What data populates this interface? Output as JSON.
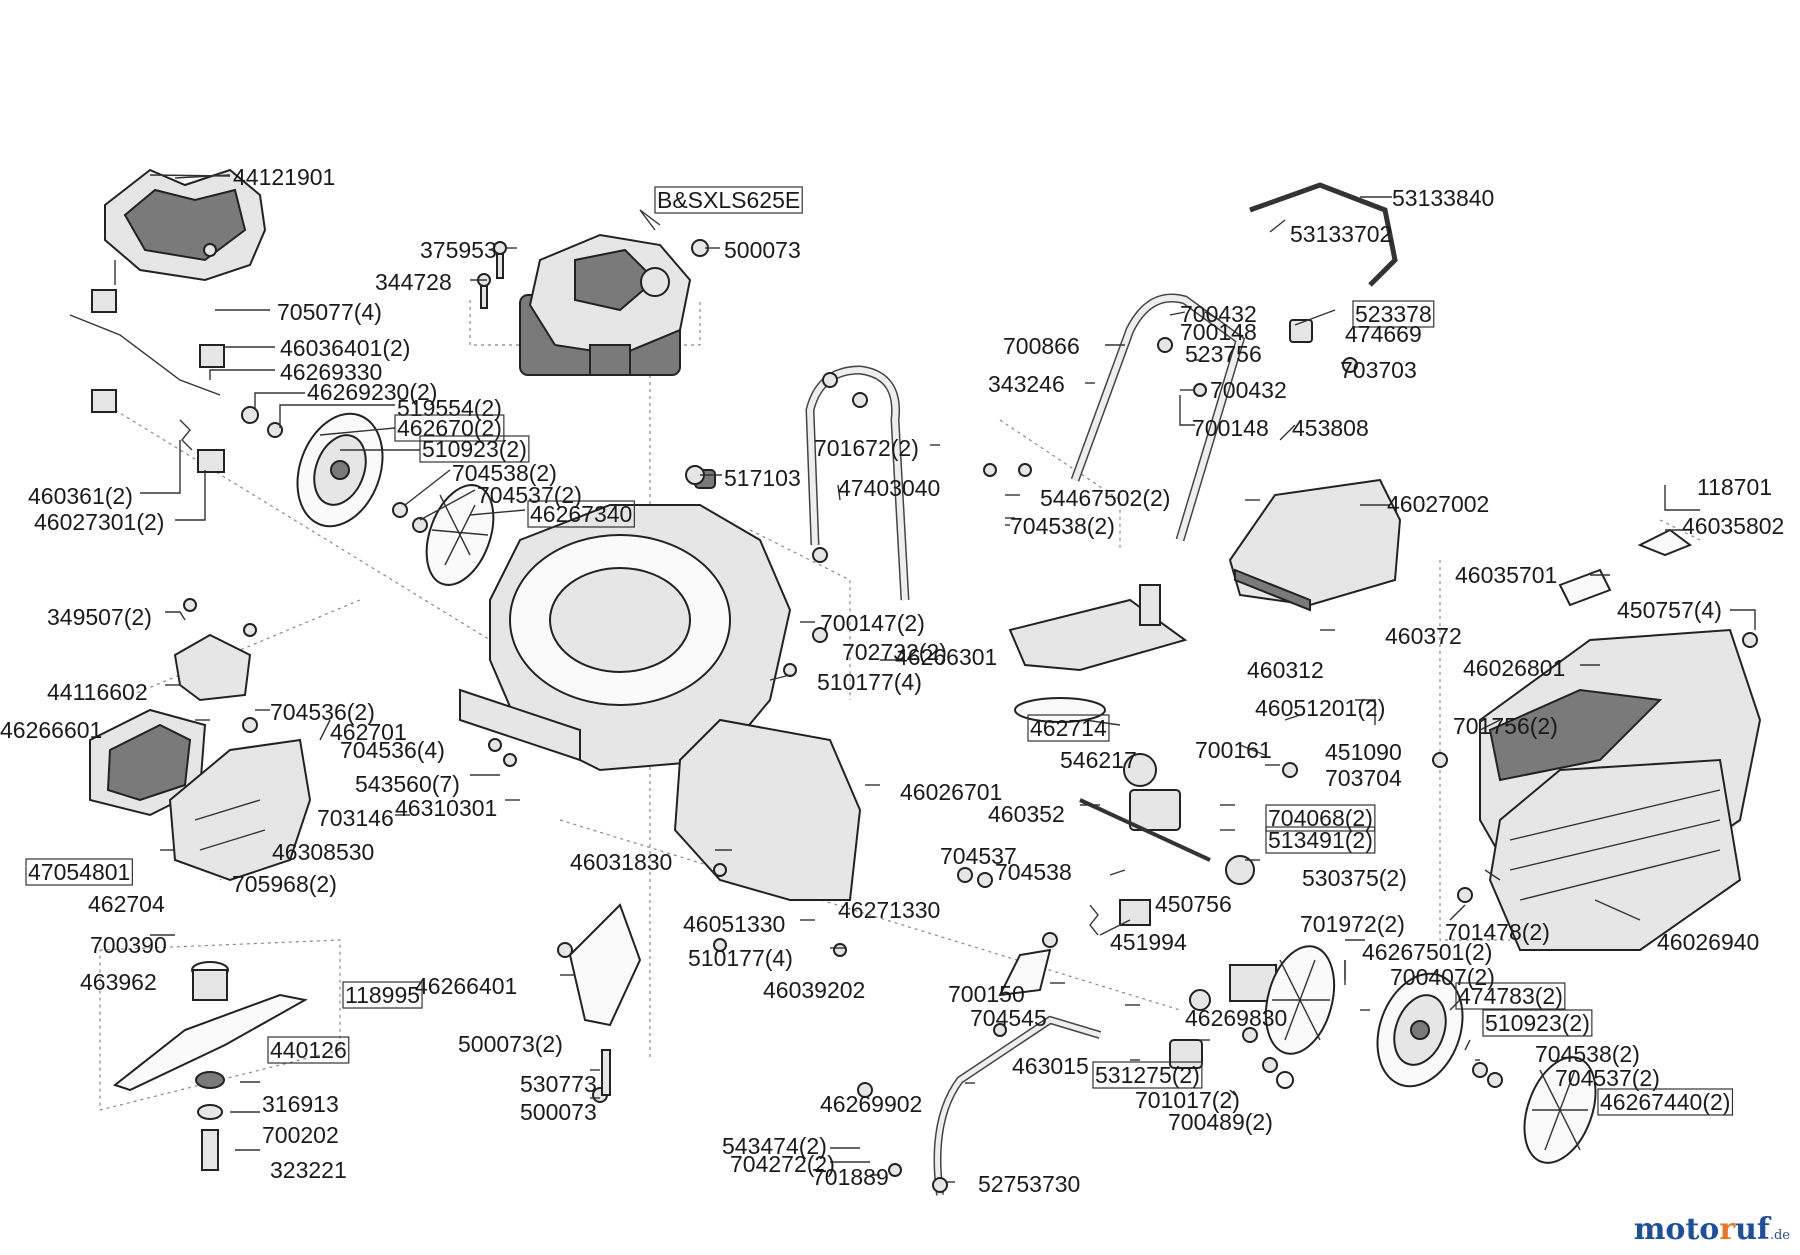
{
  "title": "B&SXLS625E",
  "brand": {
    "part1": "moto",
    "part2": "r",
    "part3": "uf",
    "suffix": ".de"
  },
  "colors": {
    "line": "#222222",
    "accent_blue": "#1e4f9c",
    "accent_orange": "#e87722"
  },
  "labels": [
    {
      "id": "p44121901",
      "text": "44121901",
      "boxed": false
    },
    {
      "id": "pBS",
      "text": "B&SXLS625E",
      "boxed": true
    },
    {
      "id": "p375953",
      "text": "375953",
      "boxed": false
    },
    {
      "id": "p500073a",
      "text": "500073",
      "boxed": false
    },
    {
      "id": "p344728",
      "text": "344728",
      "boxed": false
    },
    {
      "id": "p53133840",
      "text": "53133840",
      "boxed": false
    },
    {
      "id": "p53133702",
      "text": "53133702",
      "boxed": false
    },
    {
      "id": "p705077",
      "text": "705077(4)",
      "boxed": false
    },
    {
      "id": "p46036401",
      "text": "46036401(2)",
      "boxed": false
    },
    {
      "id": "p46269330",
      "text": "46269330",
      "boxed": false
    },
    {
      "id": "p46269230",
      "text": "46269230(2)",
      "boxed": false
    },
    {
      "id": "p519554",
      "text": "519554(2)",
      "boxed": false
    },
    {
      "id": "p462670",
      "text": "462670(2)",
      "boxed": true
    },
    {
      "id": "p510923a",
      "text": "510923(2)",
      "boxed": true
    },
    {
      "id": "p704538a",
      "text": "704538(2)",
      "boxed": false
    },
    {
      "id": "p704537a",
      "text": "704537(2)",
      "boxed": false
    },
    {
      "id": "p46267340",
      "text": "46267340",
      "boxed": true
    },
    {
      "id": "p460361",
      "text": "460361(2)",
      "boxed": false
    },
    {
      "id": "p46027301",
      "text": "46027301(2)",
      "boxed": false
    },
    {
      "id": "p517103",
      "text": "517103",
      "boxed": false
    },
    {
      "id": "p47403040",
      "text": "47403040",
      "boxed": false
    },
    {
      "id": "p700866",
      "text": "700866",
      "boxed": false
    },
    {
      "id": "p700432a",
      "text": "700432",
      "boxed": false
    },
    {
      "id": "p700148a",
      "text": "700148",
      "boxed": false
    },
    {
      "id": "p523378",
      "text": "523378",
      "boxed": true
    },
    {
      "id": "p474669",
      "text": "474669",
      "boxed": false
    },
    {
      "id": "p523756",
      "text": "523756",
      "boxed": false
    },
    {
      "id": "p703703",
      "text": "703703",
      "boxed": false
    },
    {
      "id": "p343246",
      "text": "343246",
      "boxed": false
    },
    {
      "id": "p700432b",
      "text": "700432",
      "boxed": false
    },
    {
      "id": "p700148b",
      "text": "700148",
      "boxed": false
    },
    {
      "id": "p453808",
      "text": "453808",
      "boxed": false
    },
    {
      "id": "p701672",
      "text": "701672(2)",
      "boxed": false
    },
    {
      "id": "p54467502",
      "text": "54467502(2)",
      "boxed": false
    },
    {
      "id": "p704538b",
      "text": "704538(2)",
      "boxed": false
    },
    {
      "id": "p46027002",
      "text": "46027002",
      "boxed": false
    },
    {
      "id": "p118701",
      "text": "118701",
      "boxed": false
    },
    {
      "id": "p46035802",
      "text": "46035802",
      "boxed": false
    },
    {
      "id": "p46035701",
      "text": "46035701",
      "boxed": false
    },
    {
      "id": "p450757",
      "text": "450757(4)",
      "boxed": false
    },
    {
      "id": "p349507",
      "text": "349507(2)",
      "boxed": false
    },
    {
      "id": "p700147",
      "text": "700147(2)",
      "boxed": false
    },
    {
      "id": "p702732",
      "text": "702732(2)",
      "boxed": false
    },
    {
      "id": "p46266301",
      "text": "46266301",
      "boxed": false
    },
    {
      "id": "p510177a",
      "text": "510177(4)",
      "boxed": false
    },
    {
      "id": "p460372",
      "text": "460372",
      "boxed": false
    },
    {
      "id": "p460312",
      "text": "460312",
      "boxed": false
    },
    {
      "id": "p46026801",
      "text": "46026801",
      "boxed": false
    },
    {
      "id": "p44116602",
      "text": "44116602",
      "boxed": false
    },
    {
      "id": "p46051201",
      "text": "46051201(2)",
      "boxed": false
    },
    {
      "id": "p704536a",
      "text": "704536(2)",
      "boxed": false
    },
    {
      "id": "p46266601",
      "text": "46266601",
      "boxed": false
    },
    {
      "id": "p462701",
      "text": "462701",
      "boxed": false
    },
    {
      "id": "p462714",
      "text": "462714",
      "boxed": true
    },
    {
      "id": "p451090",
      "text": "451090",
      "boxed": false
    },
    {
      "id": "p701756",
      "text": "701756(2)",
      "boxed": false
    },
    {
      "id": "p704536b",
      "text": "704536(4)",
      "boxed": false
    },
    {
      "id": "p700161",
      "text": "700161",
      "boxed": false
    },
    {
      "id": "p546217",
      "text": "546217",
      "boxed": false
    },
    {
      "id": "p703704",
      "text": "703704",
      "boxed": false
    },
    {
      "id": "p543560",
      "text": "543560(7)",
      "boxed": false
    },
    {
      "id": "p46026701",
      "text": "46026701",
      "boxed": false
    },
    {
      "id": "p46310301",
      "text": "46310301",
      "boxed": false
    },
    {
      "id": "p460352",
      "text": "460352",
      "boxed": false
    },
    {
      "id": "p704068",
      "text": "704068(2)",
      "boxed": true
    },
    {
      "id": "p703146",
      "text": "703146",
      "boxed": false
    },
    {
      "id": "p513491",
      "text": "513491(2)",
      "boxed": true
    },
    {
      "id": "p46308530",
      "text": "46308530",
      "boxed": false
    },
    {
      "id": "p47054801",
      "text": "47054801",
      "boxed": true
    },
    {
      "id": "p46031830",
      "text": "46031830",
      "boxed": false
    },
    {
      "id": "p704537b",
      "text": "704537",
      "boxed": false
    },
    {
      "id": "p704538c",
      "text": "704538",
      "boxed": false
    },
    {
      "id": "p530375",
      "text": "530375(2)",
      "boxed": false
    },
    {
      "id": "p705968",
      "text": "705968(2)",
      "boxed": false
    },
    {
      "id": "p462704",
      "text": "462704",
      "boxed": false
    },
    {
      "id": "p450756",
      "text": "450756",
      "boxed": false
    },
    {
      "id": "p46271330",
      "text": "46271330",
      "boxed": false
    },
    {
      "id": "p46051330",
      "text": "46051330",
      "boxed": false
    },
    {
      "id": "p451994",
      "text": "451994",
      "boxed": false
    },
    {
      "id": "p701972",
      "text": "701972(2)",
      "boxed": false
    },
    {
      "id": "p701478",
      "text": "701478(2)",
      "boxed": false
    },
    {
      "id": "p46026940",
      "text": "46026940",
      "boxed": false
    },
    {
      "id": "p700390",
      "text": "700390",
      "boxed": false
    },
    {
      "id": "p510177b",
      "text": "510177(4)",
      "boxed": false
    },
    {
      "id": "p46267501",
      "text": "46267501(2)",
      "boxed": false
    },
    {
      "id": "p700407",
      "text": "700407(2)",
      "boxed": false
    },
    {
      "id": "p463962",
      "text": "463962",
      "boxed": false
    },
    {
      "id": "p46266401",
      "text": "46266401",
      "boxed": false
    },
    {
      "id": "p46039202",
      "text": "46039202",
      "boxed": false
    },
    {
      "id": "p700150",
      "text": "700150",
      "boxed": false
    },
    {
      "id": "p118995",
      "text": "118995",
      "boxed": true
    },
    {
      "id": "p474783",
      "text": "474783(2)",
      "boxed": true
    },
    {
      "id": "p704545",
      "text": "704545",
      "boxed": false
    },
    {
      "id": "p46269830",
      "text": "46269830",
      "boxed": false
    },
    {
      "id": "p510923b",
      "text": "510923(2)",
      "boxed": true
    },
    {
      "id": "p500073b",
      "text": "500073(2)",
      "boxed": false
    },
    {
      "id": "p440126",
      "text": "440126",
      "boxed": true
    },
    {
      "id": "p463015",
      "text": "463015",
      "boxed": false
    },
    {
      "id": "p531275",
      "text": "531275(2)",
      "boxed": true
    },
    {
      "id": "p704538d",
      "text": "704538(2)",
      "boxed": false
    },
    {
      "id": "p704537c",
      "text": "704537(2)",
      "boxed": false
    },
    {
      "id": "p46267440",
      "text": "46267440(2)",
      "boxed": true
    },
    {
      "id": "p530773",
      "text": "530773",
      "boxed": false
    },
    {
      "id": "p316913",
      "text": "316913",
      "boxed": false
    },
    {
      "id": "p701017",
      "text": "701017(2)",
      "boxed": false
    },
    {
      "id": "p46269902",
      "text": "46269902",
      "boxed": false
    },
    {
      "id": "p500073c",
      "text": "500073",
      "boxed": false
    },
    {
      "id": "p700489",
      "text": "700489(2)",
      "boxed": false
    },
    {
      "id": "p700202",
      "text": "700202",
      "boxed": false
    },
    {
      "id": "p323221",
      "text": "323221",
      "boxed": false
    },
    {
      "id": "p543474",
      "text": "543474(2)",
      "boxed": false
    },
    {
      "id": "p704272",
      "text": "704272(2)",
      "boxed": false
    },
    {
      "id": "p701889",
      "text": "701889",
      "boxed": false
    },
    {
      "id": "p52753730",
      "text": "52753730",
      "boxed": false
    }
  ]
}
